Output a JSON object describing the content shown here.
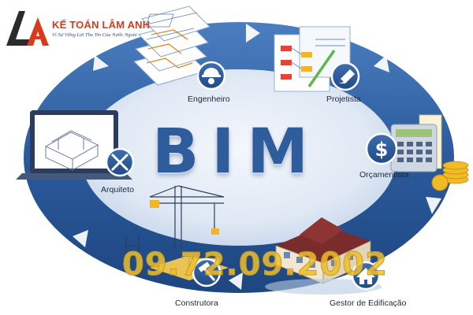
{
  "logo": {
    "mark": "LA",
    "title": "KẾ TOÁN LÂM ANH",
    "tagline": "Vì Sự Vững Lợi Thu Tin Của Nước Ngoài"
  },
  "center": {
    "title": "BIM"
  },
  "roles": {
    "engenheiro": "Engenheiro",
    "projetista": "Projetista",
    "orcamentista": "Orçamentista",
    "gestor": "Gestor de Edificação",
    "construtora": "Construtora",
    "arquiteto": "Arquiteto"
  },
  "watermark": "09.72.09.2002",
  "colors": {
    "ring_dark": "#23508e",
    "ring_mid": "#3c6fb1",
    "ring_light": "#d8e3f1",
    "badge": "#2e5895",
    "title": "#2f5c9b",
    "logo_red": "#d93a1c"
  },
  "icons": [
    "engineer-icon",
    "pencil-icon",
    "dollar-icon",
    "house-icon",
    "hammer-icon",
    "ruler-pencil-icon"
  ]
}
